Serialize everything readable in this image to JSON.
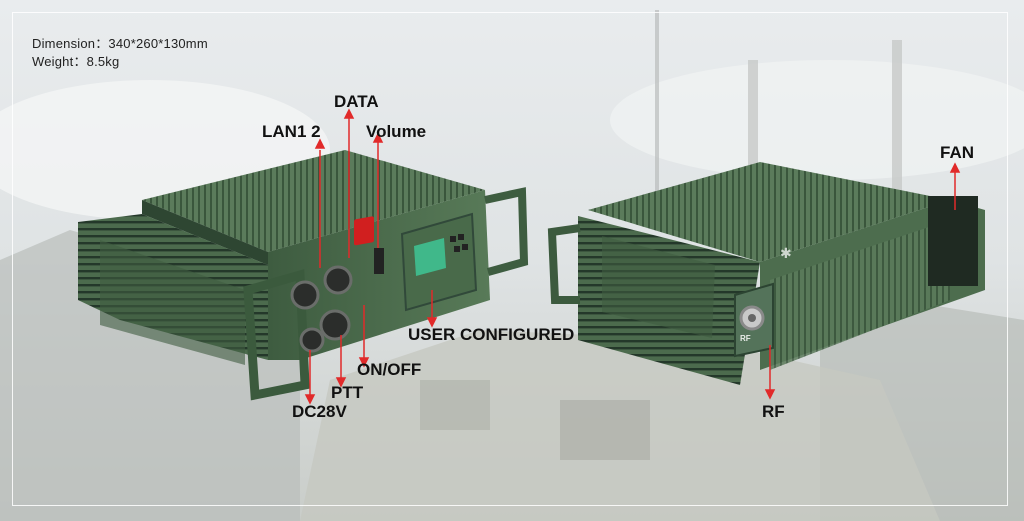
{
  "specs": {
    "dimension_label": "Dimension",
    "dimension_value": "340*260*130mm",
    "weight_label": "Weight",
    "weight_value": "8.5kg"
  },
  "callouts": {
    "data": "DATA",
    "lan": "LAN1 2",
    "volume": "Volume",
    "user_configured": "USER CONFIGURED",
    "on_off": "ON/OFF",
    "ptt": "PTT",
    "dc28v": "DC28V",
    "fan": "FAN",
    "rf": "RF",
    "rf_port_label": "RF"
  },
  "colors": {
    "arrow": "#e12a2a",
    "device_green": "#4a6b4a",
    "device_dark": "#2f4a33",
    "switch_red": "#d11f1f"
  }
}
